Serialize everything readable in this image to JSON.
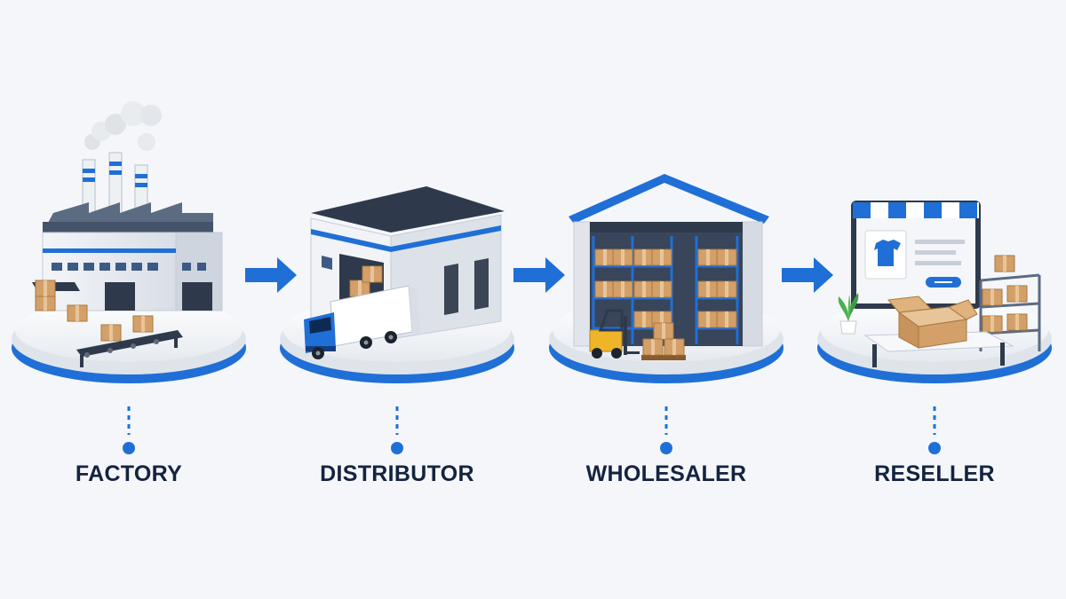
{
  "stages": [
    {
      "id": "factory",
      "label": "FACTORY"
    },
    {
      "id": "distributor",
      "label": "DISTRIBUTOR"
    },
    {
      "id": "wholesaler",
      "label": "WHOLESALER"
    },
    {
      "id": "reseller",
      "label": "RESELLER"
    }
  ],
  "colors": {
    "accent": "#1f6fd6",
    "label": "#14233f",
    "background": "#f4f6f9",
    "box": "#d4a06a",
    "forklift": "#f0b429"
  },
  "icons": [
    "factory-icon",
    "distribution-warehouse-icon",
    "wholesale-warehouse-icon",
    "online-store-icon",
    "arrow-right-icon"
  ]
}
